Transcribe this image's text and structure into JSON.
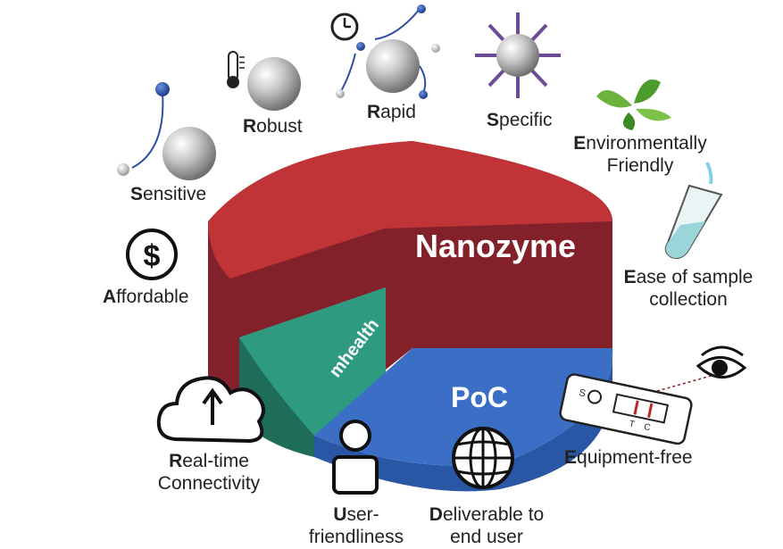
{
  "colors": {
    "nanozyme_top": "#c03437",
    "nanozyme_side": "#82212a",
    "poc_top": "#3b6fc6",
    "poc_side": "#2a56a6",
    "mhealth_top": "#2e9a7f",
    "mhealth_side": "#1d6d58",
    "text_dark": "#222222",
    "sphere": "#b8b8b8",
    "molecule_blue": "#2c4fa3",
    "leaf_green": "#4d9b2e",
    "tube_fluid": "#9ad6d9",
    "test_line": "#c0272d"
  },
  "segments": {
    "nanozyme": "Nanozyme",
    "poc": "PoC",
    "mhealth": "mhealth"
  },
  "labels": {
    "sensitive": {
      "initial": "S",
      "rest": "ensitive"
    },
    "robust": {
      "initial": "R",
      "rest": "obust"
    },
    "rapid": {
      "initial": "R",
      "rest": "apid"
    },
    "specific": {
      "initial": "S",
      "rest": "pecific"
    },
    "environmentally_1": {
      "initial": "E",
      "rest": "nvironmentally"
    },
    "environmentally_2": "Friendly",
    "ease_1": {
      "initial": "E",
      "rest": "ase of sample"
    },
    "ease_2": "collection",
    "affordable": {
      "initial": "A",
      "rest": "ffordable"
    },
    "realtime_1": {
      "initial": "R",
      "rest": "eal-time"
    },
    "realtime_2": "Connectivity",
    "user_1": {
      "initial": "U",
      "rest": "ser-"
    },
    "user_2": "friendliness",
    "deliverable_1": {
      "initial": "D",
      "rest": "eliverable to"
    },
    "deliverable_2": "end user",
    "equipment": {
      "initial": "E",
      "rest": "quipment-free"
    }
  },
  "icons": {
    "affordable": "dollar-icon",
    "realtime": "cloud-upload-icon",
    "user": "user-icon",
    "deliverable": "globe-icon",
    "equipment": "test-strip-eye-icon",
    "ease": "test-tube-icon",
    "environment": "leaves-icon",
    "specific": "antibody-nanoparticle-icon",
    "rapid": "clock-nanoparticle-icon",
    "robust": "thermometer-nanoparticle-icon",
    "sensitive": "nanoparticle-icon"
  },
  "test_strip": {
    "s_letter": "S",
    "t_letter": "T",
    "c_letter": "C"
  },
  "dollar_glyph": "$"
}
